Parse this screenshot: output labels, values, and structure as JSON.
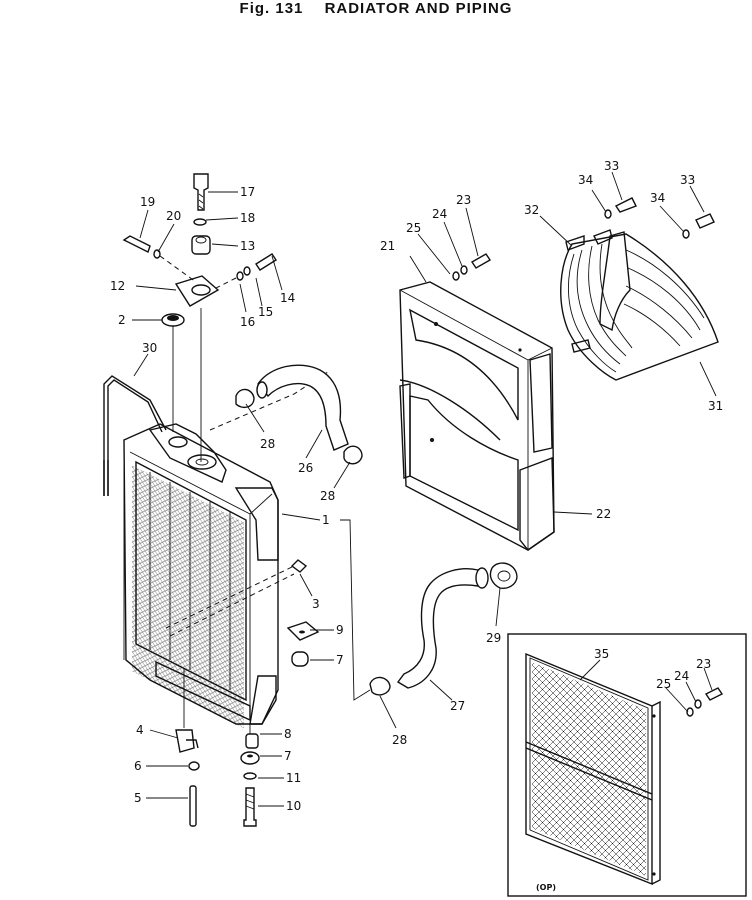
{
  "title": {
    "fig": "Fig. 131",
    "name": "RADIATOR AND PIPING"
  },
  "inset_tag": "(OP)",
  "callouts": {
    "c1": "1",
    "c2": "2",
    "c3": "3",
    "c4": "4",
    "c5": "5",
    "c6": "6",
    "c7a": "7",
    "c7b": "7",
    "c8": "8",
    "c9": "9",
    "c10": "10",
    "c11": "11",
    "c12": "12",
    "c13": "13",
    "c14": "14",
    "c15": "15",
    "c16": "16",
    "c17": "17",
    "c18": "18",
    "c19": "19",
    "c20": "20",
    "c21": "21",
    "c22": "22",
    "c23a": "23",
    "c24a": "24",
    "c25a": "25",
    "c26": "26",
    "c27": "27",
    "c28a": "28",
    "c28b": "28",
    "c28c": "28",
    "c29": "29",
    "c31": "31",
    "c32": "32",
    "c33a": "33",
    "c33b": "33",
    "c34a": "34",
    "c34b": "34",
    "c35": "35",
    "c23b": "23",
    "c24b": "24",
    "c25b": "25",
    "c30": "30"
  }
}
